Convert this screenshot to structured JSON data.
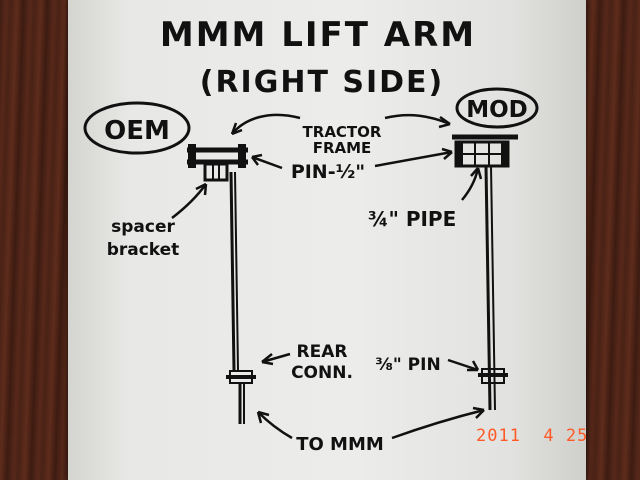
{
  "diagram": {
    "title": "MMM LIFT ARM",
    "subtitle": "(RIGHT SIDE)",
    "labels": {
      "oem": "OEM",
      "mod": "MOD",
      "tractor_frame_1": "TRACTOR",
      "tractor_frame_2": "FRAME",
      "pin_half": "PIN-½\"",
      "spacer_1": "spacer",
      "spacer_2": "bracket",
      "pipe": "¾\" PIPE",
      "rear_conn_1": "REAR",
      "rear_conn_2": "CONN.",
      "pin_three_eighths": "⅜\" PIN",
      "to_mmm": "TO MMM"
    }
  },
  "photo": {
    "date_stamp": "2011  4 25"
  },
  "colors": {
    "ink": "#111111",
    "paper": "#ececea",
    "wood": "#4a2418",
    "stamp": "#ff5a28"
  }
}
